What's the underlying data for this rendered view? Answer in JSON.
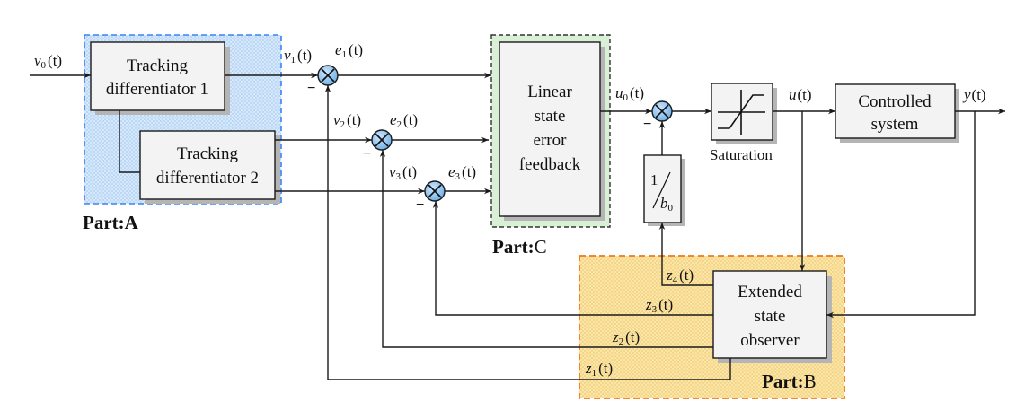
{
  "diagram": {
    "type": "ADRC control block diagram",
    "colors": {
      "partA_fill": "#cfe3fa",
      "partA_border": "#3b82f6",
      "partB_fill": "#fbe3a0",
      "partB_border": "#f07a1a",
      "partC_fill": "#d9efd6",
      "partC_border": "#333333",
      "junction_fill": "#8cc3f2",
      "block_fill": "#f3f3f3",
      "shadow": "#b5b5b5"
    },
    "parts": {
      "A": {
        "prefix": "Part:",
        "letter": "A"
      },
      "B": {
        "prefix": "Part:",
        "letter": "B"
      },
      "C": {
        "prefix": "Part:",
        "letter": "C"
      }
    },
    "blocks": {
      "td1": {
        "line1": "Tracking",
        "line2": "differentiator 1"
      },
      "td2": {
        "line1": "Tracking",
        "line2": "differentiator 2"
      },
      "lsef": {
        "line1": "Linear",
        "line2": "state",
        "line3": "error",
        "line4": "feedback"
      },
      "gain": {
        "num": "1",
        "den": "b",
        "den_sub": "0"
      },
      "saturation": {
        "label": "Saturation"
      },
      "plant": {
        "line1": "Controlled",
        "line2": "system"
      },
      "eso": {
        "line1": "Extended",
        "line2": "state",
        "line3": "observer"
      }
    },
    "signals": {
      "v0": {
        "sym": "v",
        "sub": "0",
        "arg": "(t)"
      },
      "v1": {
        "sym": "v",
        "sub": "1",
        "arg": "(t)"
      },
      "v2": {
        "sym": "v",
        "sub": "2",
        "arg": "(t)"
      },
      "v3": {
        "sym": "v",
        "sub": "3",
        "arg": "(t)"
      },
      "e1": {
        "sym": "e",
        "sub": "1",
        "arg": "(t)"
      },
      "e2": {
        "sym": "e",
        "sub": "2",
        "arg": "(t)"
      },
      "e3": {
        "sym": "e",
        "sub": "3",
        "arg": "(t)"
      },
      "u0": {
        "sym": "u",
        "sub": "0",
        "arg": "(t)"
      },
      "u": {
        "sym": "u",
        "sub": "",
        "arg": "(t)"
      },
      "y": {
        "sym": "y",
        "sub": "",
        "arg": "(t)"
      },
      "z1": {
        "sym": "z",
        "sub": "1",
        "arg": "(t)"
      },
      "z2": {
        "sym": "z",
        "sub": "2",
        "arg": "(t)"
      },
      "z3": {
        "sym": "z",
        "sub": "3",
        "arg": "(t)"
      },
      "z4": {
        "sym": "z",
        "sub": "4",
        "arg": "(t)"
      }
    },
    "junction_sign": "−"
  }
}
